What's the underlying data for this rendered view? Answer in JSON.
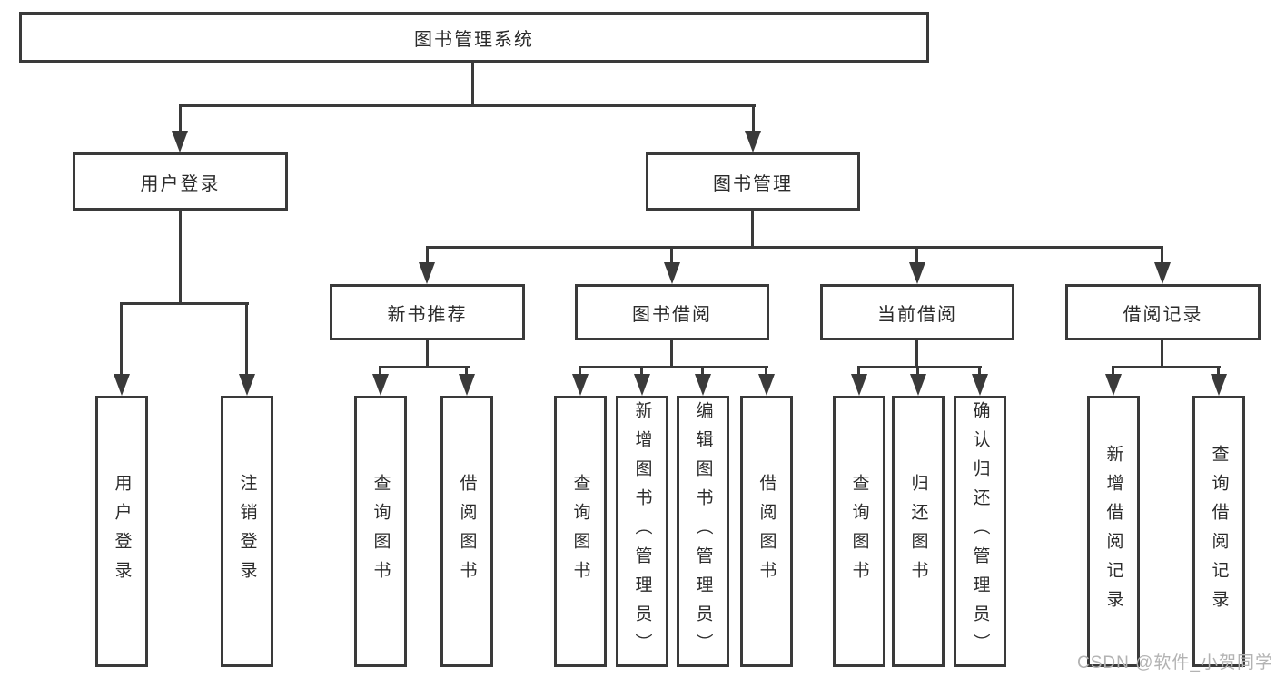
{
  "tree": {
    "label": "图书管理系统",
    "children": [
      {
        "label": "用户登录",
        "children": [
          {
            "label": "用户登录"
          },
          {
            "label": "注销登录"
          }
        ]
      },
      {
        "label": "图书管理",
        "children": [
          {
            "label": "新书推荐",
            "children": [
              {
                "label": "查询图书"
              },
              {
                "label": "借阅图书"
              }
            ]
          },
          {
            "label": "图书借阅",
            "children": [
              {
                "label": "查询图书"
              },
              {
                "label": "新增图书（管理员）"
              },
              {
                "label": "编辑图书（管理员）"
              },
              {
                "label": "借阅图书"
              }
            ]
          },
          {
            "label": "当前借阅",
            "children": [
              {
                "label": "查询图书"
              },
              {
                "label": "归还图书"
              },
              {
                "label": "确认归还（管理员）"
              }
            ]
          },
          {
            "label": "借阅记录",
            "children": [
              {
                "label": "新增借阅记录"
              },
              {
                "label": "查询借阅记录"
              }
            ]
          }
        ]
      }
    ]
  },
  "watermark": "CSDN @软件_小贺同学",
  "colors": {
    "line": "#3a3a3a",
    "text": "#2b2b2b",
    "watermark": "#b3b3b3",
    "background": "#ffffff"
  }
}
